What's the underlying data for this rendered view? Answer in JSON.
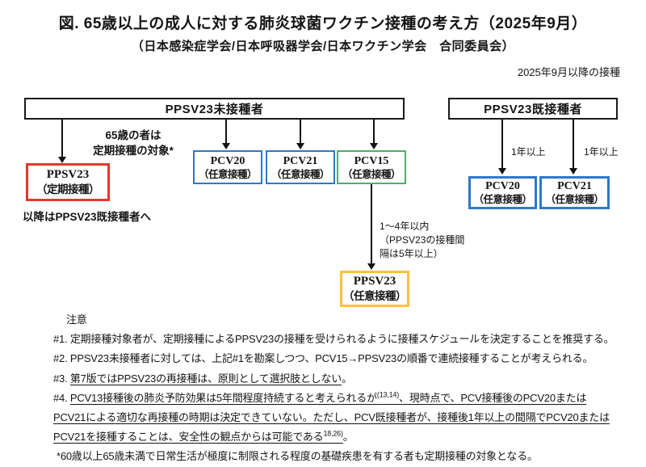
{
  "header": {
    "title": "図. 65歳以上の成人に対する肺炎球菌ワクチン接種の考え方（2025年9月）",
    "subtitle": "（日本感染症学会/日本呼吸器学会/日本ワクチン学会　合同委員会）",
    "period_note": "2025年9月以降の接種"
  },
  "colors": {
    "red": "#e5372c",
    "blue": "#2e78c8",
    "green": "#4eae68",
    "yellow": "#fcc13a",
    "line": "#111111"
  },
  "flowchart": {
    "unvaccinated": {
      "header": "PPSV23未接種者",
      "routine_note_line1": "65歳の者は",
      "routine_note_line2": "定期接種の対象*",
      "ppsv23_routine": {
        "name": "PPSV23",
        "type": "（定期接種）"
      },
      "after_note": "以降はPPSV23既接種者へ",
      "pcv20": {
        "name": "PCV20",
        "type": "（任意接種）"
      },
      "pcv21": {
        "name": "PCV21",
        "type": "（任意接種）"
      },
      "pcv15": {
        "name": "PCV15",
        "type": "（任意接種）"
      },
      "interval_line1": "1～4年以内",
      "interval_line2": "（PPSV23の接種間",
      "interval_line3": "隔は5年以上）",
      "ppsv23_optional": {
        "name": "PPSV23",
        "type": "（任意接種）"
      }
    },
    "vaccinated": {
      "header": "PPSV23既接種者",
      "interval1": "1年以上",
      "interval2": "1年以上",
      "pcv20": {
        "name": "PCV20",
        "type": "（任意接種）"
      },
      "pcv21": {
        "name": "PCV21",
        "type": "（任意接種）"
      }
    }
  },
  "notes": {
    "heading": "注意",
    "n1": "#1. 定期接種対象者が、定期接種によるPPSV23の接種を受けられるように接種スケジュールを決定することを推奨する。",
    "n2": "#2. PPSV23未接種者に対しては、上記#1を勘案しつつ、PCV15→PPSV23の順番で連続接種することが考えられる。",
    "n3_prefix": "#3. ",
    "n3_underlined": "第7版ではPPSV23の再接種は、原則として選択肢としない",
    "n3_tail": "。",
    "n4_prefix": "#4. ",
    "n4_underlined_a": "PCV13接種後の肺炎予防効果は5年間程度持続すると考えられるが",
    "n4_sup_a": "(13,14)",
    "n4_underlined_b": "、現時点で、PCV接種後のPCV20または",
    "n4_line2": "PCV21による適切な再接種の時期は決定できていない。ただし、PCV既接種者が、接種後1年以上の間隔でPCV20または",
    "n4_line3_underlined": "PCV21を接種することは、安全性の観点からは可能である",
    "n4_line3_sup": "18,26)",
    "n4_line3_tail": "。",
    "footnote": "*60歳以上65歳未満で日常生活が極度に制限される程度の基礎疾患を有する者も定期接種の対象となる。"
  }
}
